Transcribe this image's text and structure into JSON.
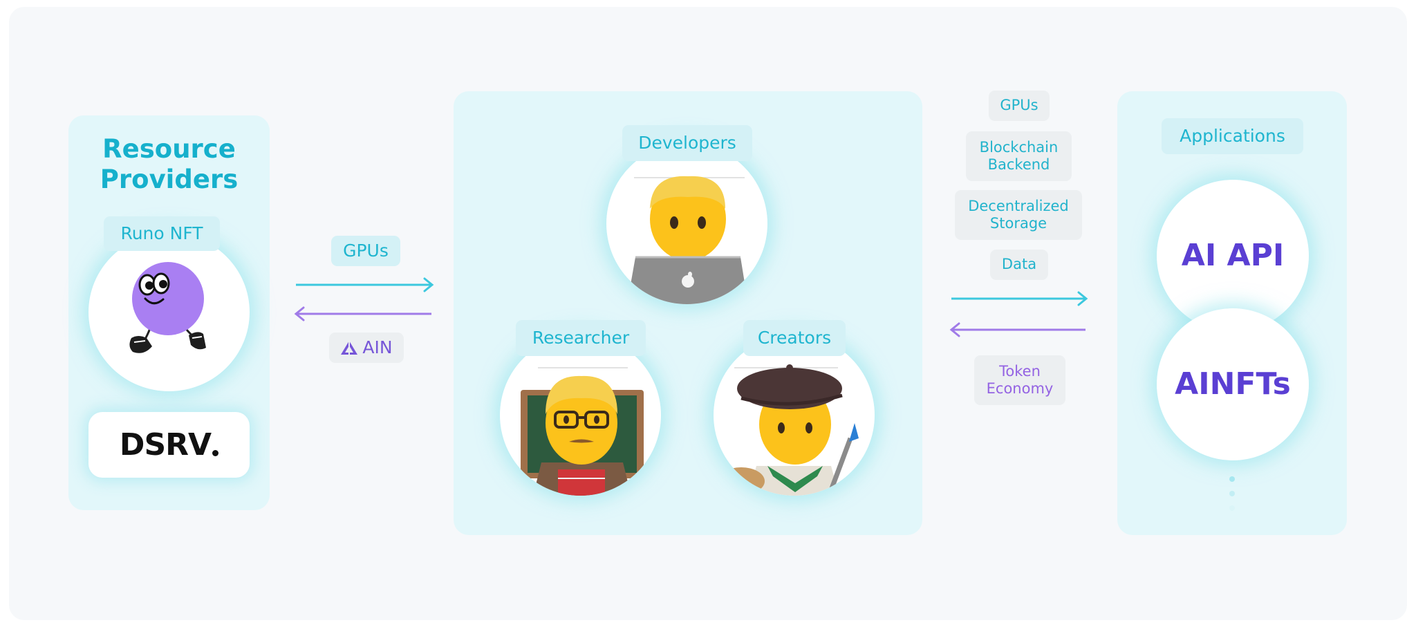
{
  "providers": {
    "title_line1": "Resource",
    "title_line2": "Providers",
    "runo_label": "Runo NFT",
    "dsrv_logo": "DSRV",
    "runo_icon": "runo-character-icon"
  },
  "flow_left": {
    "top_label": "GPUs",
    "bottom_label": "AIN",
    "ain_icon": "ain-triangle-icon",
    "top_arrow_color": "#3cc8de",
    "bottom_arrow_color": "#a07be8"
  },
  "community": {
    "developers_label": "Developers",
    "researcher_label": "Researcher",
    "creators_label": "Creators",
    "developer_icon": "technologist-emoji-icon",
    "researcher_icon": "teacher-emoji-icon",
    "creator_icon": "artist-emoji-icon"
  },
  "flow_right": {
    "items": [
      "GPUs",
      "Blockchain\nBackend",
      "Decentralized\nStorage",
      "Data"
    ],
    "bottom_label": "Token\nEconomy"
  },
  "applications": {
    "label": "Applications",
    "items": [
      "AI API",
      "AINFTs"
    ]
  },
  "colors": {
    "teal": "#1fb5cf",
    "purple": "#5a3fd3",
    "panel": "#e2f7fa"
  }
}
